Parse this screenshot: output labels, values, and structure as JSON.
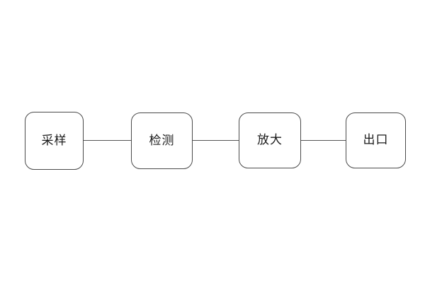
{
  "diagram": {
    "type": "flowchart",
    "direction": "horizontal",
    "nodes": [
      {
        "id": "sampling",
        "label": "采样"
      },
      {
        "id": "detection",
        "label": "检测"
      },
      {
        "id": "amplify",
        "label": "放大"
      },
      {
        "id": "output",
        "label": "出口"
      }
    ],
    "connections": [
      {
        "from": "sampling",
        "to": "detection"
      },
      {
        "from": "detection",
        "to": "amplify"
      },
      {
        "from": "amplify",
        "to": "output"
      }
    ]
  },
  "colors": {
    "background": "#ffffff",
    "node_border": "#4a4a4a",
    "connector": "#555555",
    "text": "#1a1a1a"
  }
}
